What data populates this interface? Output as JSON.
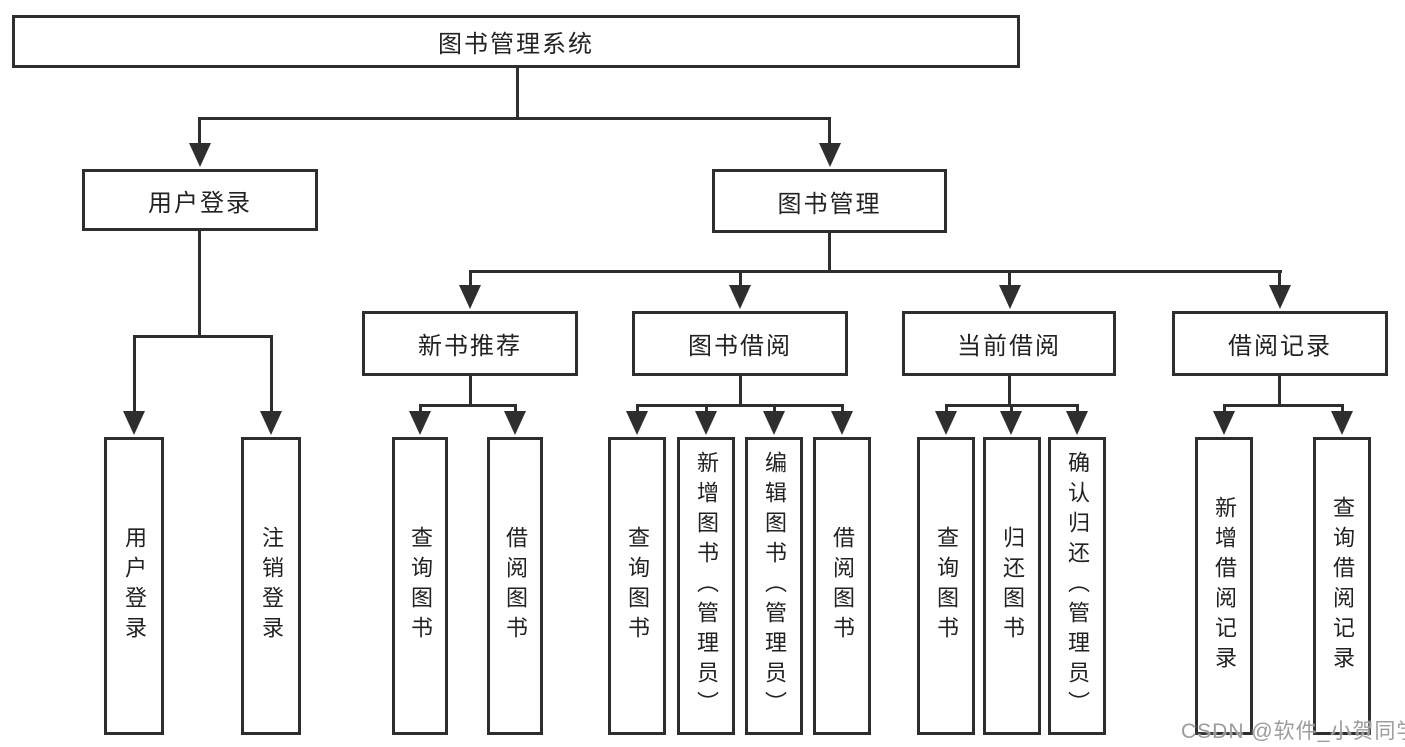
{
  "diagram_type": "hierarchy-tree",
  "colors": {
    "line": "#2e2e2e",
    "box_background": "#ffffff",
    "text": "#222222",
    "watermark": "#9c9c9c"
  },
  "hierarchy": {
    "label": "图书管理系统",
    "children": [
      {
        "label": "用户登录",
        "children": [
          {
            "label": "用户登录"
          },
          {
            "label": "注销登录"
          }
        ]
      },
      {
        "label": "图书管理",
        "children": [
          {
            "label": "新书推荐",
            "children": [
              {
                "label": "查询图书"
              },
              {
                "label": "借阅图书"
              }
            ]
          },
          {
            "label": "图书借阅",
            "children": [
              {
                "label": "查询图书"
              },
              {
                "label": "新增图书（管理员）"
              },
              {
                "label": "编辑图书（管理员）"
              },
              {
                "label": "借阅图书"
              }
            ]
          },
          {
            "label": "当前借阅",
            "children": [
              {
                "label": "查询图书"
              },
              {
                "label": "归还图书"
              },
              {
                "label": "确认归还（管理员）"
              }
            ]
          },
          {
            "label": "借阅记录",
            "children": [
              {
                "label": "新增借阅记录"
              },
              {
                "label": "查询借阅记录"
              }
            ]
          }
        ]
      }
    ]
  },
  "watermark": {
    "text": "CSDN @软件_小贺同学"
  }
}
